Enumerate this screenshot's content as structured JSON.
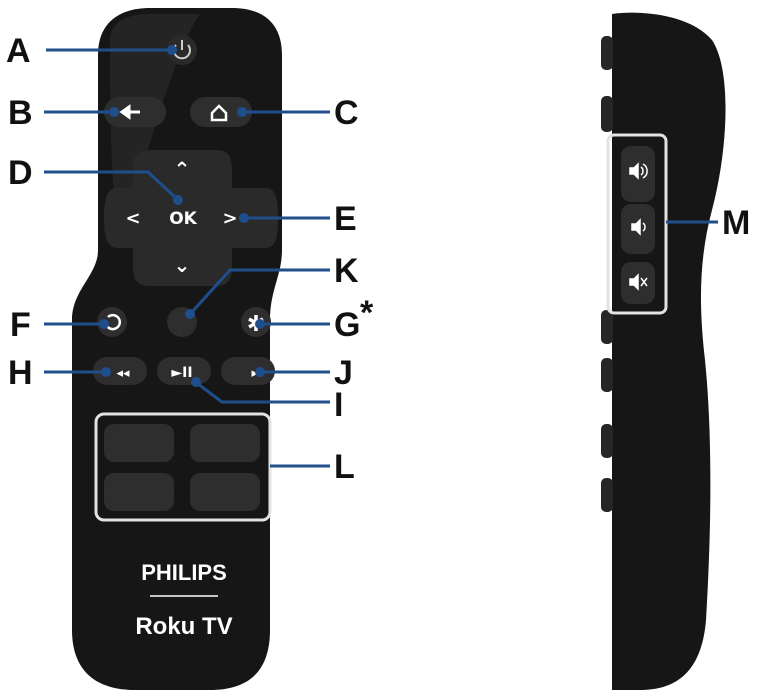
{
  "diagram": {
    "colors": {
      "leader": "#1f4e8c",
      "body": "#161616",
      "button": "#2e2e2e",
      "label": "#111111",
      "highlight_box": "#e9e9e9"
    },
    "callouts": {
      "A": "A",
      "B": "B",
      "C": "C",
      "D": "D",
      "E": "E",
      "F": "F",
      "G": "G",
      "G_star": "*",
      "H": "H",
      "I": "I",
      "J": "J",
      "K": "K",
      "L": "L",
      "M": "M"
    },
    "buttons": {
      "ok": "OK",
      "up": "⌃",
      "down": "⌄",
      "left": "<",
      "right": ">",
      "back_icon": "back-arrow-icon",
      "home_icon": "home-icon",
      "power_icon": "power-icon",
      "replay_icon": "replay-icon",
      "sleep_icon": "moon-icon",
      "options": "✱",
      "rewind": "◂◂",
      "play_pause": "►II",
      "fast_forward": "▸▸"
    },
    "branding": {
      "brand": "PHILIPS",
      "product": "Roku TV"
    }
  }
}
